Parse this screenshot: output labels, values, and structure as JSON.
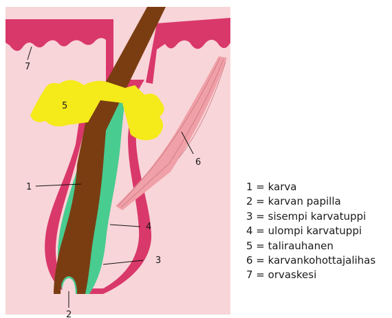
{
  "diagram": {
    "colors": {
      "skin_background": "#f8d5d8",
      "epidermis": "#d9386a",
      "hair": "#7a3d12",
      "inner_root_sheath": "#48cc90",
      "sebaceous_gland": "#f5ea1a",
      "muscle": "#f0a0a8"
    },
    "numbers": {
      "n1": "1",
      "n2": "2",
      "n3": "3",
      "n4": "4",
      "n5": "5",
      "n6": "6",
      "n7": "7"
    }
  },
  "legend": {
    "items": [
      "1 = karva",
      "2 = karvan papilla",
      "3 = sisempi karvatuppi",
      "4 = ulompi karvatuppi",
      "5 = talirauhanen",
      "6 = karvankohottajalihas",
      "7 = orvaskesi"
    ]
  }
}
